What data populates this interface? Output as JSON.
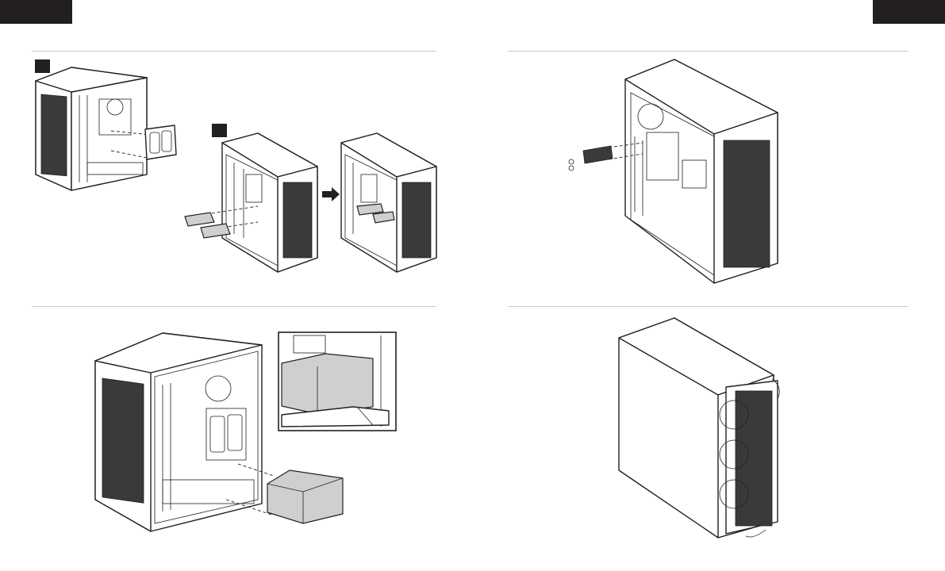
{
  "page": {
    "header_tabs": [
      "left-tab",
      "right-tab"
    ],
    "panels": [
      {
        "id": "top-left",
        "description_text": ""
      },
      {
        "id": "top-right",
        "description_text": ""
      },
      {
        "id": "bottom-left",
        "description_text": ""
      },
      {
        "id": "bottom-right",
        "description_text": ""
      }
    ]
  },
  "colors": {
    "ink": "#231f20",
    "rule": "#c9c9c9",
    "psu_fill": "#cfcfcf",
    "mesh": "#3a3a3a"
  },
  "icons": {
    "arrow": "arrow-right-icon",
    "screw": "screw-icon"
  }
}
